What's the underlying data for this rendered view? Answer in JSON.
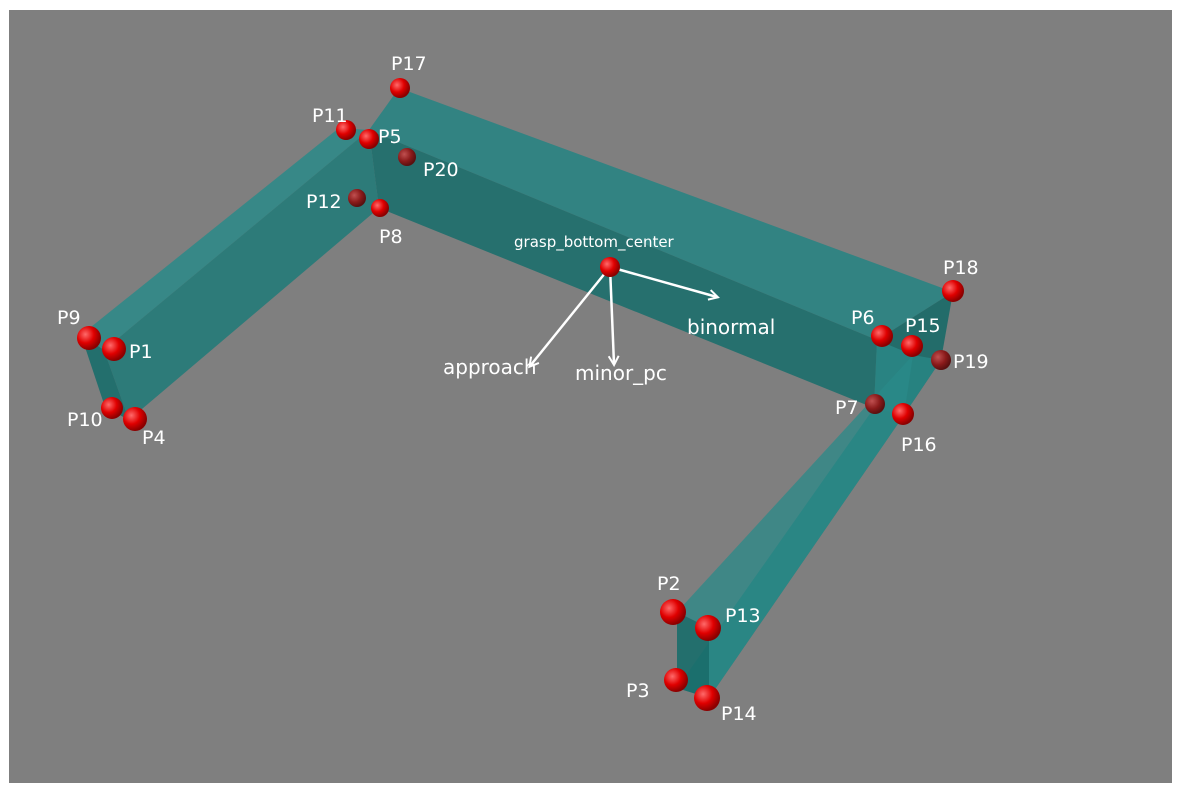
{
  "colors": {
    "background": "#7f7f7f",
    "gripper_fill": "#1f7a78",
    "point": "#e00000",
    "label": "#ffffff"
  },
  "center_label": "grasp_bottom_center",
  "axes": {
    "approach": "approach",
    "minor_pc": "minor_pc",
    "binormal": "binormal"
  },
  "points": {
    "p1": "P1",
    "p2": "P2",
    "p3": "P3",
    "p4": "P4",
    "p5": "P5",
    "p6": "P6",
    "p7": "P7",
    "p8": "P8",
    "p9": "P9",
    "p10": "P10",
    "p11": "P11",
    "p12": "P12",
    "p13": "P13",
    "p14": "P14",
    "p15": "P15",
    "p16": "P16",
    "p17": "P17",
    "p18": "P18",
    "p19": "P19",
    "p20": "P20"
  }
}
